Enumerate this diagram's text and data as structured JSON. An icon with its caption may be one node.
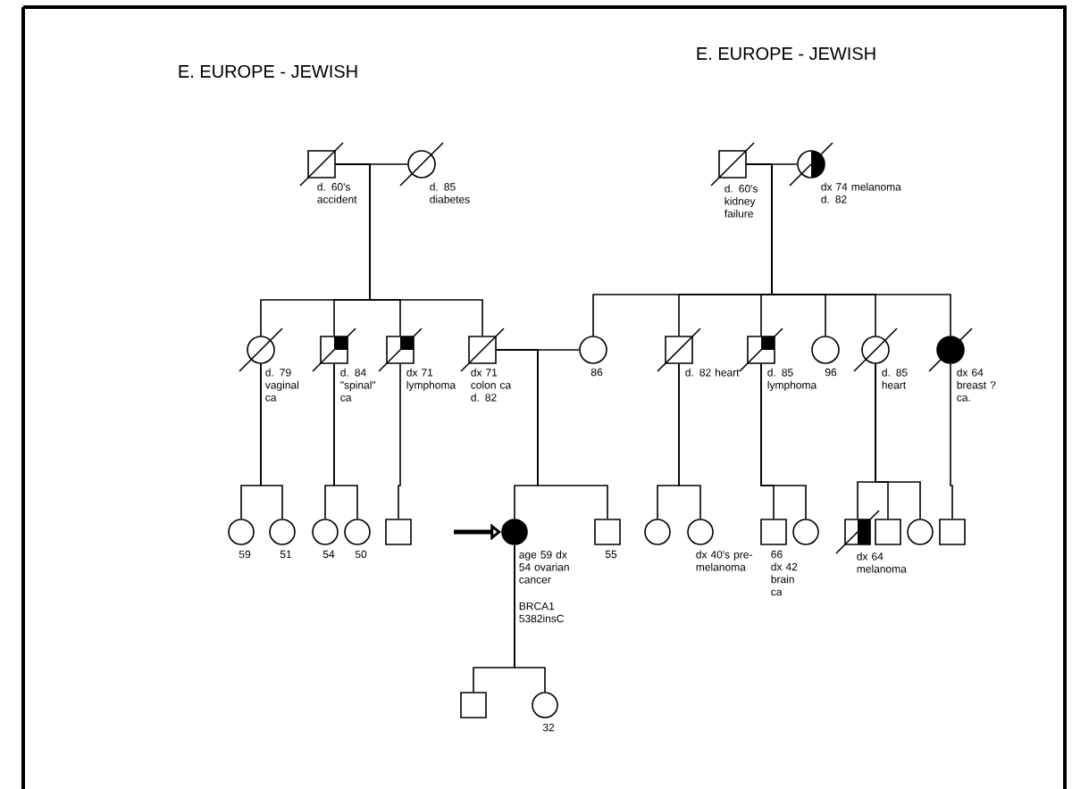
{
  "diagram": {
    "nodes": [
      {
        "text": [],
        "shape": "box",
        "beside": [
          "d. 60's accident"
        ]
      },
      {
        "text": [],
        "shape": "circle",
        "beside": [
          "d. 85 diabetes"
        ]
      },
      {
        "text": [],
        "shape": "box",
        "beside": [
          "d. 60's kidney failure"
        ]
      },
      {
        "text": [],
        "shape": "circle",
        "beside": [
          "dx 74 melanoma d. 82"
        ]
      },
      {
        "text": [],
        "shape": "circle",
        "beside": [
          "d. 79 vaginal ca"
        ]
      },
      {
        "text": [],
        "shape": "box",
        "beside": [
          "d. 84 \"spinal\" ca"
        ]
      },
      {
        "text": [],
        "shape": "box",
        "beside": [
          "dx 71 lymphoma"
        ]
      },
      {
        "text": [],
        "shape": "box",
        "beside": [
          "dx 71 colon ca d. 82"
        ]
      },
      {
        "text": [],
        "shape": "circle",
        "beside": [
          "86"
        ]
      },
      {
        "text": [],
        "shape": "box",
        "beside": [
          "d. 82 heart"
        ]
      },
      {
        "text": [],
        "shape": "box",
        "beside": [
          "d. 85 lymphoma"
        ]
      },
      {
        "text": [],
        "shape": "circle",
        "beside": [
          "96"
        ]
      },
      {
        "text": [],
        "shape": "circle",
        "beside": [
          "d. 85 heart"
        ]
      },
      {
        "text": [],
        "shape": "circle",
        "beside": [
          "dx 64 breast ? ca."
        ]
      },
      {
        "text": [],
        "shape": "circle",
        "beside": [
          "59"
        ]
      },
      {
        "text": [],
        "shape": "circle",
        "beside": [
          "51"
        ]
      },
      {
        "text": [],
        "shape": "circle",
        "beside": [
          "54"
        ]
      },
      {
        "text": [],
        "shape": "circle",
        "beside": [
          "50"
        ]
      },
      {
        "text": [],
        "shape": "box"
      },
      {
        "text": [],
        "shape": "circle",
        "beside": [
          "age 59 dx 54 ovarian cancer",
          "BRCA1 5382insC"
        ]
      },
      {
        "text": [],
        "shape": "box",
        "beside": [
          "55"
        ]
      },
      {
        "text": [],
        "shape": "circle"
      },
      {
        "text": [],
        "shape": "circle",
        "beside": [
          "dx 40's pre-melanoma"
        ]
      },
      {
        "text": [],
        "shape": "box",
        "beside": [
          "66 dx 42 brain ca"
        ]
      },
      {
        "text": [],
        "shape": "circle"
      },
      {
        "text": [],
        "shape": "box",
        "beside": [
          "dx 64 melanoma"
        ]
      },
      {
        "text": [],
        "shape": "box"
      },
      {
        "text": [],
        "shape": "circle"
      },
      {
        "text": [],
        "shape": "box"
      },
      {
        "text": [],
        "shape": "box"
      },
      {
        "text": [],
        "shape": "circle",
        "beside": [
          "32"
        ]
      }
    ],
    "edges": [
      {
        "from": 0,
        "to": 1,
        "arrow": "none"
      },
      {
        "from": 2,
        "to": 3,
        "arrow": "none"
      },
      {
        "from": 7,
        "to": 8,
        "arrow": "none"
      },
      {
        "from": 0,
        "to": 4,
        "arrow": "none"
      },
      {
        "from": 0,
        "to": 5,
        "arrow": "none"
      },
      {
        "from": 0,
        "to": 6,
        "arrow": "none"
      },
      {
        "from": 0,
        "to": 7,
        "arrow": "none"
      },
      {
        "from": 2,
        "to": 8,
        "arrow": "none"
      },
      {
        "from": 2,
        "to": 9,
        "arrow": "none"
      },
      {
        "from": 2,
        "to": 10,
        "arrow": "none"
      },
      {
        "from": 2,
        "to": 11,
        "arrow": "none"
      },
      {
        "from": 2,
        "to": 12,
        "arrow": "none"
      },
      {
        "from": 2,
        "to": 13,
        "arrow": "none"
      },
      {
        "from": 4,
        "to": 14,
        "arrow": "none"
      },
      {
        "from": 4,
        "to": 15,
        "arrow": "none"
      },
      {
        "from": 5,
        "to": 16,
        "arrow": "none"
      },
      {
        "from": 5,
        "to": 17,
        "arrow": "none"
      },
      {
        "from": 6,
        "to": 18,
        "arrow": "none"
      },
      {
        "from": 7,
        "to": 19,
        "arrow": "none"
      },
      {
        "from": 7,
        "to": 20,
        "arrow": "none"
      },
      {
        "from": 9,
        "to": 21,
        "arrow": "none"
      },
      {
        "from": 9,
        "to": 22,
        "arrow": "none"
      },
      {
        "from": 10,
        "to": 23,
        "arrow": "none"
      },
      {
        "from": 10,
        "to": 24,
        "arrow": "none"
      },
      {
        "from": 12,
        "to": 25,
        "arrow": "none"
      },
      {
        "from": 12,
        "to": 26,
        "arrow": "none"
      },
      {
        "from": 12,
        "to": 27,
        "arrow": "none"
      },
      {
        "from": 13,
        "to": 28,
        "arrow": "none"
      },
      {
        "from": 19,
        "to": 29,
        "arrow": "none"
      },
      {
        "from": 19,
        "to": 30,
        "arrow": "none"
      },
      {
        "from": null,
        "to": 19,
        "arrow": "to",
        "style": "thick"
      }
    ],
    "labels": [
      "E. EUROPE - JEWISH",
      "E. EUROPE - JEWISH"
    ]
  }
}
